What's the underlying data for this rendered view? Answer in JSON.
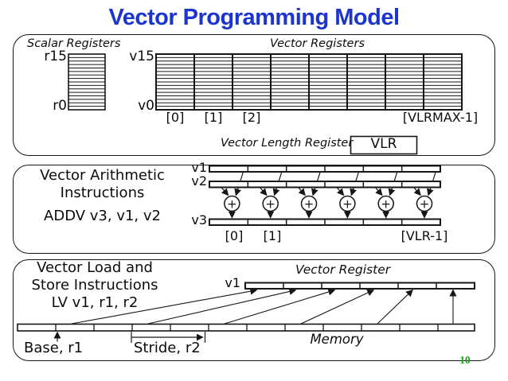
{
  "title": "Vector Programming Model",
  "colors": {
    "title_blue": "#1b35ce",
    "page_number_green": "#1ea21e",
    "ink": "#161616"
  },
  "page_number": "10",
  "panel1": {
    "scalar_label": "Scalar Registers",
    "vector_label": "Vector Registers",
    "scalar_top": "r15",
    "scalar_bottom": "r0",
    "vector_top": "v15",
    "vector_bottom": "v0",
    "index_labels": [
      "[0]",
      "[1]",
      "[2]",
      "[VLRMAX-1]"
    ],
    "vlr_label": "Vector Length Register",
    "vlr_box": "VLR"
  },
  "panel2": {
    "heading_line1": "Vector Arithmetic",
    "heading_line2": "Instructions",
    "instruction": "ADDV v3, v1, v2",
    "reg_labels": [
      "v1",
      "v2",
      "v3"
    ],
    "index_labels": [
      "[0]",
      "[1]",
      "[VLR-1]"
    ],
    "op": "+"
  },
  "panel3": {
    "heading_line1": "Vector Load and",
    "heading_line2": "Store Instructions",
    "instruction": "LV v1, r1, r2",
    "vector_register_label": "Vector Register",
    "reg_label": "v1",
    "memory_label": "Memory",
    "base_label": "Base, r1",
    "stride_label": "Stride, r2"
  }
}
